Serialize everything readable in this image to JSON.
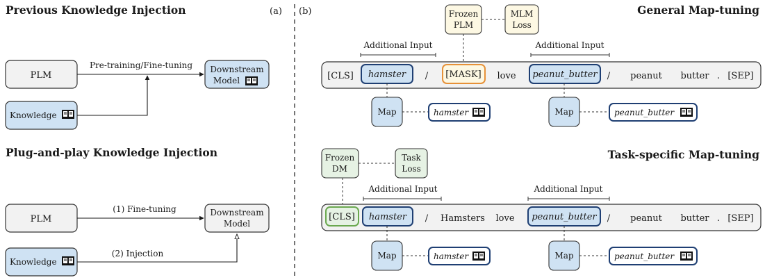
{
  "panel_a": {
    "marker": "(a)",
    "previous": {
      "title": "Previous Knowledge Injection",
      "plm": "PLM",
      "knowledge": "Knowledge",
      "arrow_label": "Pre-training/Fine-tuning",
      "downstream_line1": "Downstream",
      "downstream_line2": "Model"
    },
    "plugplay": {
      "title": "Plug-and-play Knowledge Injection",
      "plm": "PLM",
      "knowledge": "Knowledge",
      "arrow1_label": "(1) Fine-tuning",
      "arrow2_label": "(2) Injection",
      "downstream_line1": "Downstream",
      "downstream_line2": "Model"
    }
  },
  "panel_b": {
    "marker": "(b)",
    "general": {
      "title": "General Map-tuning",
      "frozen_line1": "Frozen",
      "frozen_line2": "PLM",
      "loss_line1": "MLM",
      "loss_line2": "Loss",
      "additional_input_1": "Additional Input",
      "additional_input_2": "Additional Input",
      "tokens": {
        "cls": "[CLS]",
        "hamster": "hamster",
        "slash1": "/",
        "mask": "[MASK]",
        "love": "love",
        "peanut_butter": "peanut_butter",
        "slash2": "/",
        "peanut": "peanut",
        "butter": "butter",
        "period": ".",
        "sep": "[SEP]"
      },
      "map1": "Map",
      "map2": "Map",
      "emb1": "hamster",
      "emb2": "peanut_butter"
    },
    "task": {
      "title": "Task-specific Map-tuning",
      "frozen_line1": "Frozen",
      "frozen_line2": "DM",
      "loss_line1": "Task",
      "loss_line2": "Loss",
      "additional_input_1": "Additional Input",
      "additional_input_2": "Additional Input",
      "tokens": {
        "cls": "[CLS]",
        "hamster": "hamster",
        "slash1": "/",
        "hamsters": "Hamsters",
        "love": "love",
        "peanut_butter": "peanut_butter",
        "slash2": "/",
        "peanut": "peanut",
        "butter": "butter",
        "period": ".",
        "sep": "[SEP]"
      },
      "map1": "Map",
      "map2": "Map",
      "emb1": "hamster",
      "emb2": "peanut_butter"
    }
  },
  "colors": {
    "blue_fill": "#cfe2f3",
    "blue_border": "#1f3f73",
    "gray_fill": "#f2f2f2",
    "yellow_fill": "#fdf8e3",
    "green_fill": "#e6f2e4",
    "orange_border": "#e69138",
    "green_border": "#6aa84f"
  },
  "icons": {
    "book": "open-book-icon"
  }
}
